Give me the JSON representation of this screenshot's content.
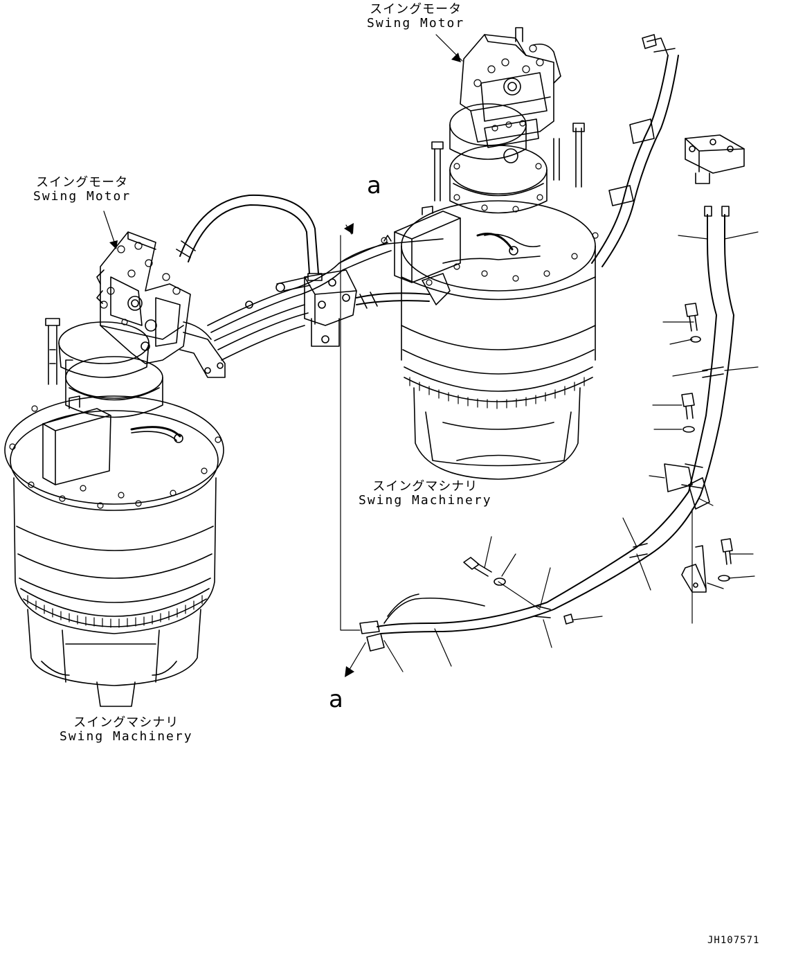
{
  "labels": {
    "motor_right": {
      "jp": "スイングモータ",
      "en": "Swing Motor"
    },
    "motor_left": {
      "jp": "スイングモータ",
      "en": "Swing Motor"
    },
    "machinery_right": {
      "jp": "スイングマシナリ",
      "en": "Swing Machinery"
    },
    "machinery_left": {
      "jp": "スイングマシナリ",
      "en": "Swing Machinery"
    }
  },
  "callouts": {
    "top": "a",
    "bottom": "a"
  },
  "document_id": "JH107571"
}
